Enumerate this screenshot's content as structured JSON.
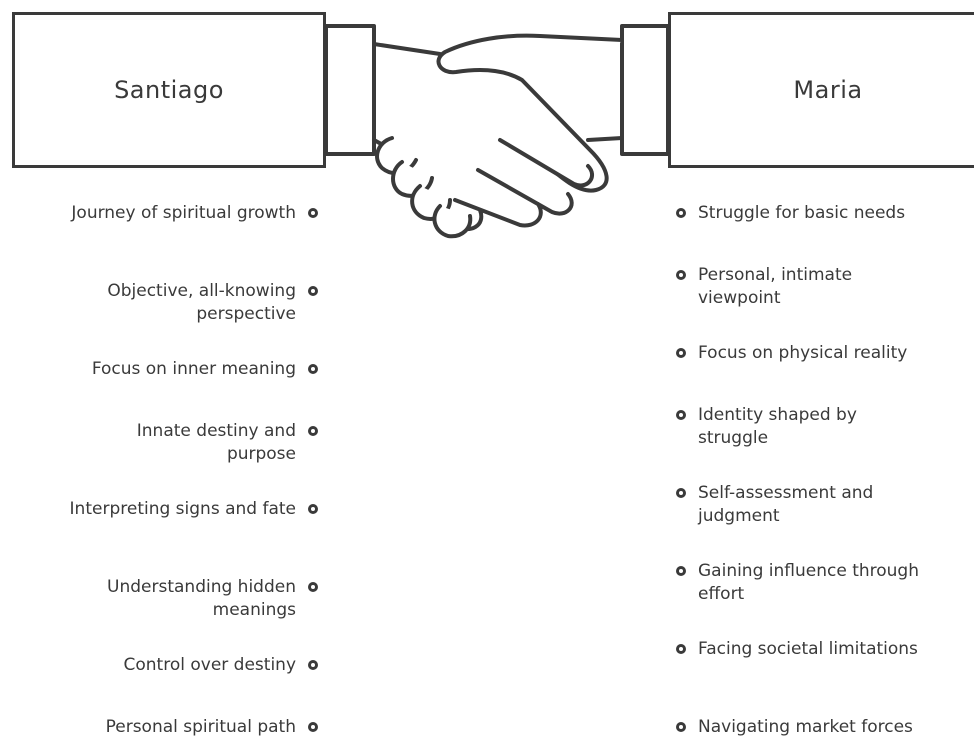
{
  "left": {
    "title": "Santiago",
    "items": [
      "Journey of spiritual growth",
      "Objective, all-knowing perspective",
      "Focus on inner meaning",
      "Innate destiny and purpose",
      "Interpreting signs and fate",
      "Understanding hidden meanings",
      "Control over destiny",
      "Personal spiritual path"
    ]
  },
  "right": {
    "title": "Maria",
    "items": [
      "Struggle for basic needs",
      "Personal, intimate viewpoint",
      "Focus on physical reality",
      "Identity shaped by struggle",
      "Self-assessment and judgment",
      "Gaining influence through effort",
      "Facing societal limitations",
      "Navigating market forces"
    ]
  },
  "icon": "handshake-icon",
  "colors": {
    "ink": "#3a3a3a",
    "background": "#ffffff"
  }
}
